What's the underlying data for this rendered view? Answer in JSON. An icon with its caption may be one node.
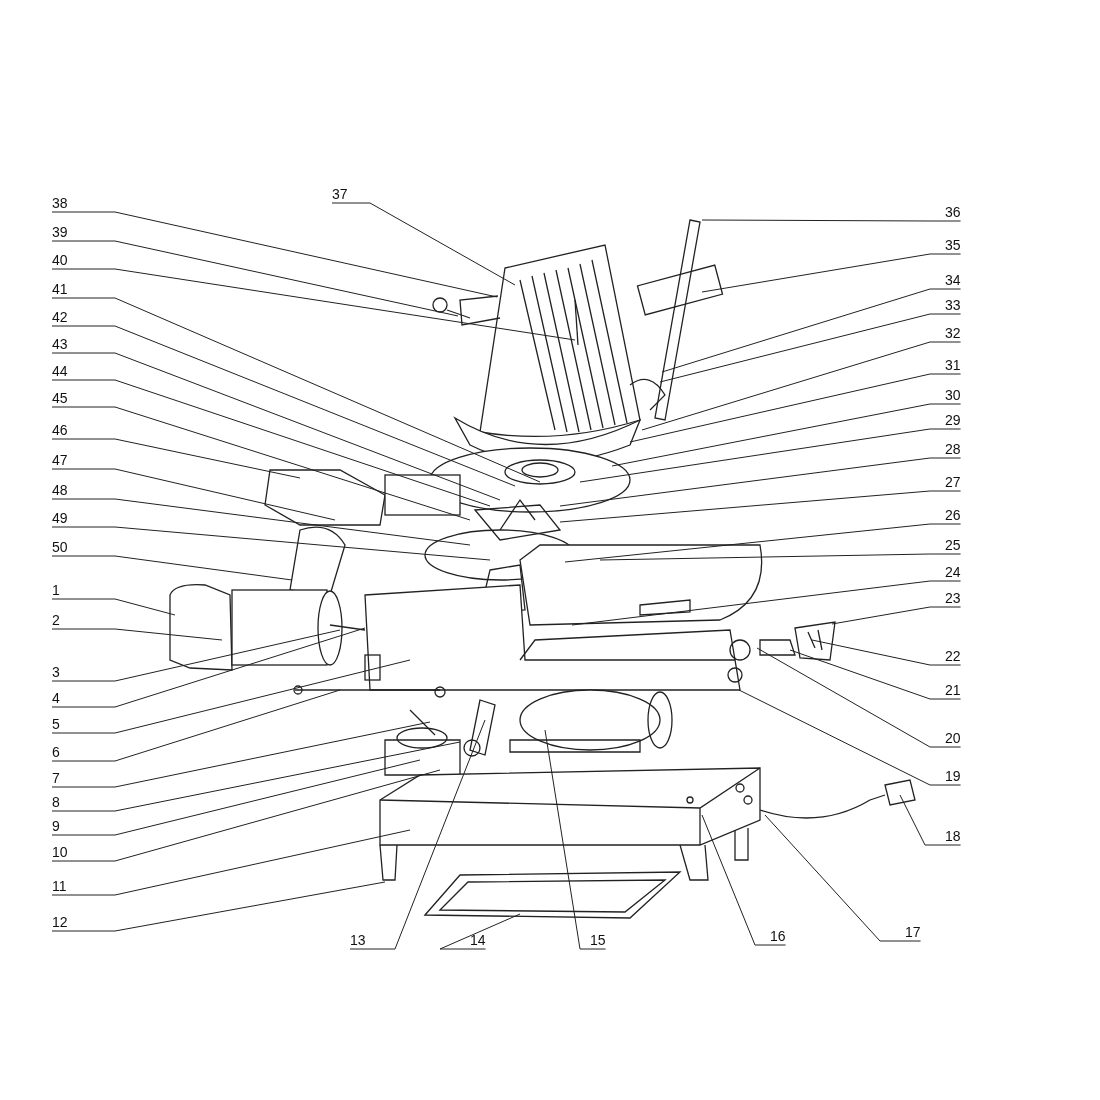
{
  "diagram": {
    "nodes": [
      {
        "text": [
          "1"
        ]
      },
      {
        "text": [
          "2"
        ]
      },
      {
        "text": [
          "3"
        ]
      },
      {
        "text": [
          "4"
        ]
      },
      {
        "text": [
          "5"
        ]
      },
      {
        "text": [
          "6"
        ]
      },
      {
        "text": [
          "7"
        ]
      },
      {
        "text": [
          "8"
        ]
      },
      {
        "text": [
          "9"
        ]
      },
      {
        "text": [
          "10"
        ]
      },
      {
        "text": [
          "11"
        ]
      },
      {
        "text": [
          "12"
        ]
      },
      {
        "text": [
          "13"
        ]
      },
      {
        "text": [
          "14"
        ]
      },
      {
        "text": [
          "15"
        ]
      },
      {
        "text": [
          "16"
        ]
      },
      {
        "text": [
          "17"
        ]
      },
      {
        "text": [
          "18"
        ]
      },
      {
        "text": [
          "19"
        ]
      },
      {
        "text": [
          "20"
        ]
      },
      {
        "text": [
          "21"
        ]
      },
      {
        "text": [
          "22"
        ]
      },
      {
        "text": [
          "23"
        ]
      },
      {
        "text": [
          "24"
        ]
      },
      {
        "text": [
          "25"
        ]
      },
      {
        "text": [
          "26"
        ]
      },
      {
        "text": [
          "27"
        ]
      },
      {
        "text": [
          "28"
        ]
      },
      {
        "text": [
          "29"
        ]
      },
      {
        "text": [
          "30"
        ]
      },
      {
        "text": [
          "31"
        ]
      },
      {
        "text": [
          "32"
        ]
      },
      {
        "text": [
          "33"
        ]
      },
      {
        "text": [
          "34"
        ]
      },
      {
        "text": [
          "35"
        ]
      },
      {
        "text": [
          "36"
        ]
      },
      {
        "text": [
          "37"
        ]
      },
      {
        "text": [
          "38"
        ]
      },
      {
        "text": [
          "39"
        ]
      },
      {
        "text": [
          "40"
        ]
      },
      {
        "text": [
          "41"
        ]
      },
      {
        "text": [
          "42"
        ]
      },
      {
        "text": [
          "43"
        ]
      },
      {
        "text": [
          "44"
        ]
      },
      {
        "text": [
          "45"
        ]
      },
      {
        "text": [
          "46"
        ]
      },
      {
        "text": [
          "47"
        ]
      },
      {
        "text": [
          "48"
        ]
      },
      {
        "text": [
          "49"
        ]
      },
      {
        "text": [
          "50"
        ]
      }
    ],
    "edges": [
      {
        "from": 0,
        "to": null,
        "arrow": "none"
      },
      {
        "from": 1,
        "to": null,
        "arrow": "none"
      },
      {
        "from": 2,
        "to": null,
        "arrow": "none"
      },
      {
        "from": 3,
        "to": null,
        "arrow": "none"
      },
      {
        "from": 4,
        "to": null,
        "arrow": "none"
      },
      {
        "from": 5,
        "to": null,
        "arrow": "none"
      },
      {
        "from": 6,
        "to": null,
        "arrow": "none"
      },
      {
        "from": 7,
        "to": null,
        "arrow": "none"
      },
      {
        "from": 8,
        "to": null,
        "arrow": "none"
      },
      {
        "from": 9,
        "to": null,
        "arrow": "none"
      },
      {
        "from": 10,
        "to": null,
        "arrow": "none"
      },
      {
        "from": 11,
        "to": null,
        "arrow": "none"
      },
      {
        "from": 12,
        "to": null,
        "arrow": "none"
      },
      {
        "from": 13,
        "to": null,
        "arrow": "none"
      },
      {
        "from": 14,
        "to": null,
        "arrow": "none"
      },
      {
        "from": 15,
        "to": null,
        "arrow": "none"
      },
      {
        "from": 16,
        "to": null,
        "arrow": "none"
      },
      {
        "from": 17,
        "to": null,
        "arrow": "none"
      },
      {
        "from": 18,
        "to": null,
        "arrow": "none"
      },
      {
        "from": 19,
        "to": null,
        "arrow": "none"
      },
      {
        "from": 20,
        "to": null,
        "arrow": "none"
      },
      {
        "from": 21,
        "to": null,
        "arrow": "none"
      },
      {
        "from": 22,
        "to": null,
        "arrow": "none"
      },
      {
        "from": 23,
        "to": null,
        "arrow": "none"
      },
      {
        "from": 24,
        "to": null,
        "arrow": "none"
      },
      {
        "from": 25,
        "to": null,
        "arrow": "none"
      },
      {
        "from": 26,
        "to": null,
        "arrow": "none"
      },
      {
        "from": 27,
        "to": null,
        "arrow": "none"
      },
      {
        "from": 28,
        "to": null,
        "arrow": "none"
      },
      {
        "from": 29,
        "to": null,
        "arrow": "none"
      },
      {
        "from": 30,
        "to": null,
        "arrow": "none"
      },
      {
        "from": 31,
        "to": null,
        "arrow": "none"
      },
      {
        "from": 32,
        "to": null,
        "arrow": "none"
      },
      {
        "from": 33,
        "to": null,
        "arrow": "none"
      },
      {
        "from": 34,
        "to": null,
        "arrow": "none"
      },
      {
        "from": 35,
        "to": null,
        "arrow": "none"
      },
      {
        "from": 36,
        "to": null,
        "arrow": "none"
      },
      {
        "from": 37,
        "to": null,
        "arrow": "none"
      },
      {
        "from": 38,
        "to": null,
        "arrow": "none"
      },
      {
        "from": 39,
        "to": null,
        "arrow": "none"
      },
      {
        "from": 40,
        "to": null,
        "arrow": "none"
      },
      {
        "from": 41,
        "to": null,
        "arrow": "none"
      },
      {
        "from": 42,
        "to": null,
        "arrow": "none"
      },
      {
        "from": 43,
        "to": null,
        "arrow": "none"
      },
      {
        "from": 44,
        "to": null,
        "arrow": "none"
      },
      {
        "from": 45,
        "to": null,
        "arrow": "none"
      },
      {
        "from": 46,
        "to": null,
        "arrow": "none"
      },
      {
        "from": 47,
        "to": null,
        "arrow": "none"
      },
      {
        "from": 48,
        "to": null,
        "arrow": "none"
      },
      {
        "from": 49,
        "to": null,
        "arrow": "none"
      }
    ]
  }
}
